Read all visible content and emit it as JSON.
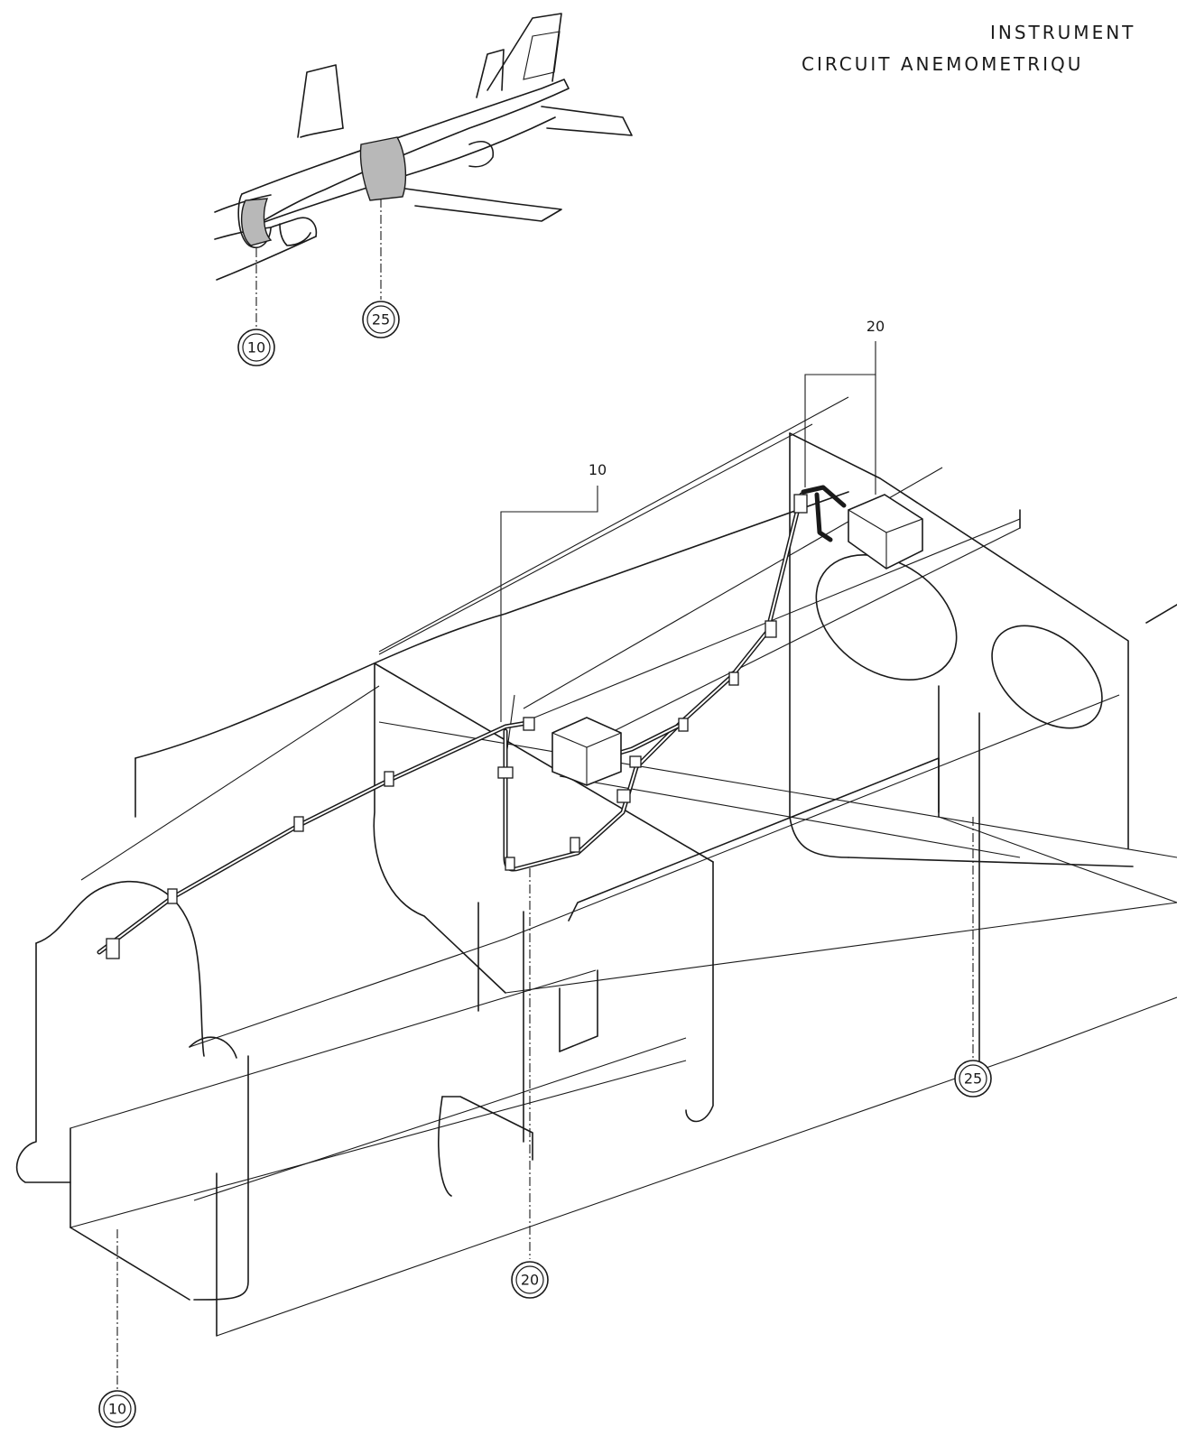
{
  "title": {
    "line1": "INSTRUMENT",
    "line2": "CIRCUIT ANEMOMETRIQU"
  },
  "aircraft_callouts": {
    "zone_a": "10",
    "zone_b": "25"
  },
  "assembly_labels": {
    "item_a": "10",
    "item_b": "20"
  },
  "frame_callouts": {
    "frame_a": "10",
    "frame_b": "20",
    "frame_c": "25"
  }
}
